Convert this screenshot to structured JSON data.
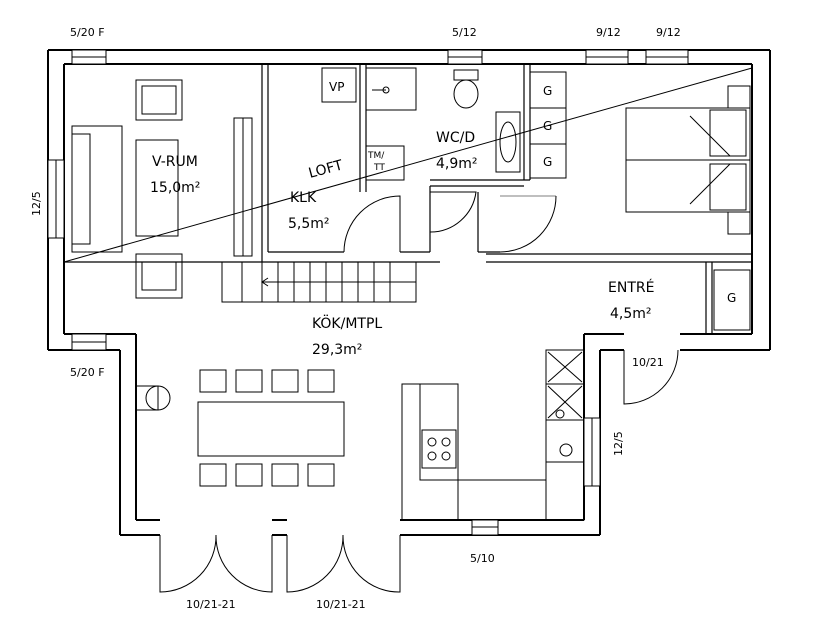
{
  "rooms": {
    "vardagsrum": {
      "name": "V-RUM",
      "area": "15,0m²"
    },
    "loft": {
      "name": "LOFT"
    },
    "klk": {
      "name": "KLK",
      "area": "5,5m²"
    },
    "wcd": {
      "name": "WC/D",
      "area": "4,9m²"
    },
    "kok": {
      "name": "KÖK/MTPL",
      "area": "29,3m²"
    },
    "entre": {
      "name": "ENTRÉ",
      "area": "4,5m²"
    }
  },
  "window_labels": {
    "top_left": "5/20 F",
    "top_mid": "5/12",
    "top_right_a": "9/12",
    "top_right_b": "9/12",
    "left_side": "12/5",
    "left_lower": "5/20 F",
    "right_side": "12/5",
    "bottom_right": "5/10"
  },
  "door_labels": {
    "entry_door": "10/21",
    "patio_left": "10/21-21",
    "patio_right": "10/21-21"
  },
  "symbols": {
    "vp": "VP",
    "tmtt": "TM/\nTT",
    "g1": "G",
    "g2": "G",
    "g3": "G",
    "g4": "G"
  }
}
